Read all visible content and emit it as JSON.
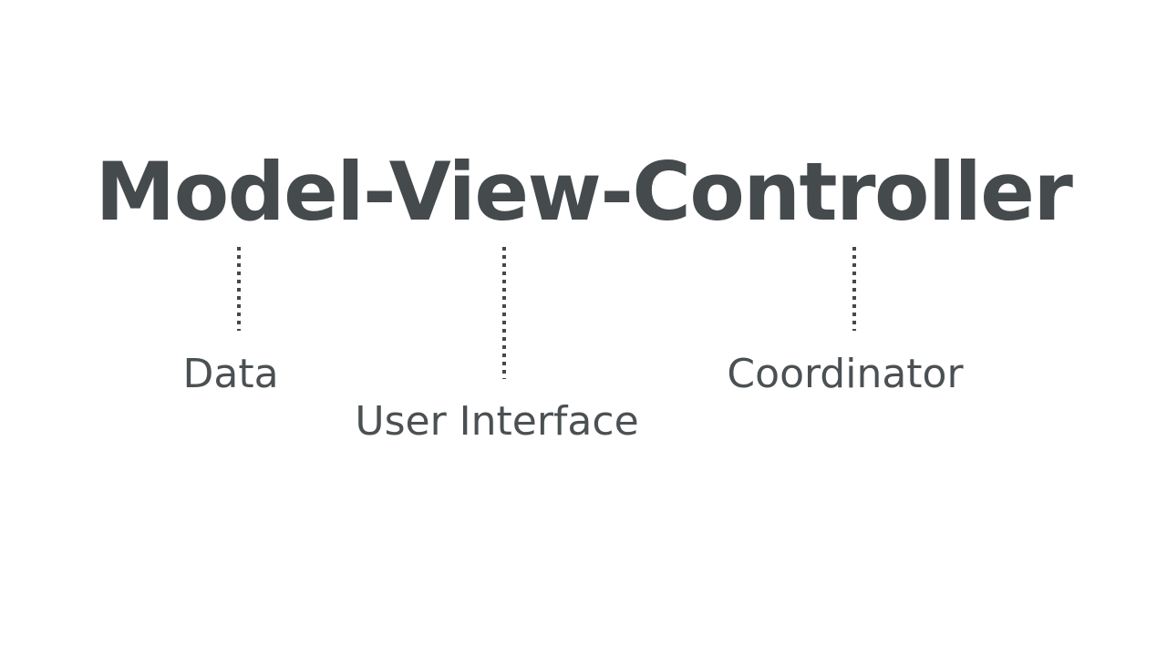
{
  "slide": {
    "background_color": "#ffffff",
    "text_color": "#454a4d",
    "caption_color": "#4b5053",
    "leader_color": "#45494c",
    "title": "Model-View-Controller",
    "annotations": [
      {
        "id": "model",
        "term": "Model",
        "caption": "Data",
        "leader_name": "leader-line-data"
      },
      {
        "id": "view",
        "term": "View",
        "caption": "User Interface",
        "leader_name": "leader-line-user-interface"
      },
      {
        "id": "controller",
        "term": "Controller",
        "caption": "Coordinator",
        "leader_name": "leader-line-coordinator"
      }
    ]
  }
}
